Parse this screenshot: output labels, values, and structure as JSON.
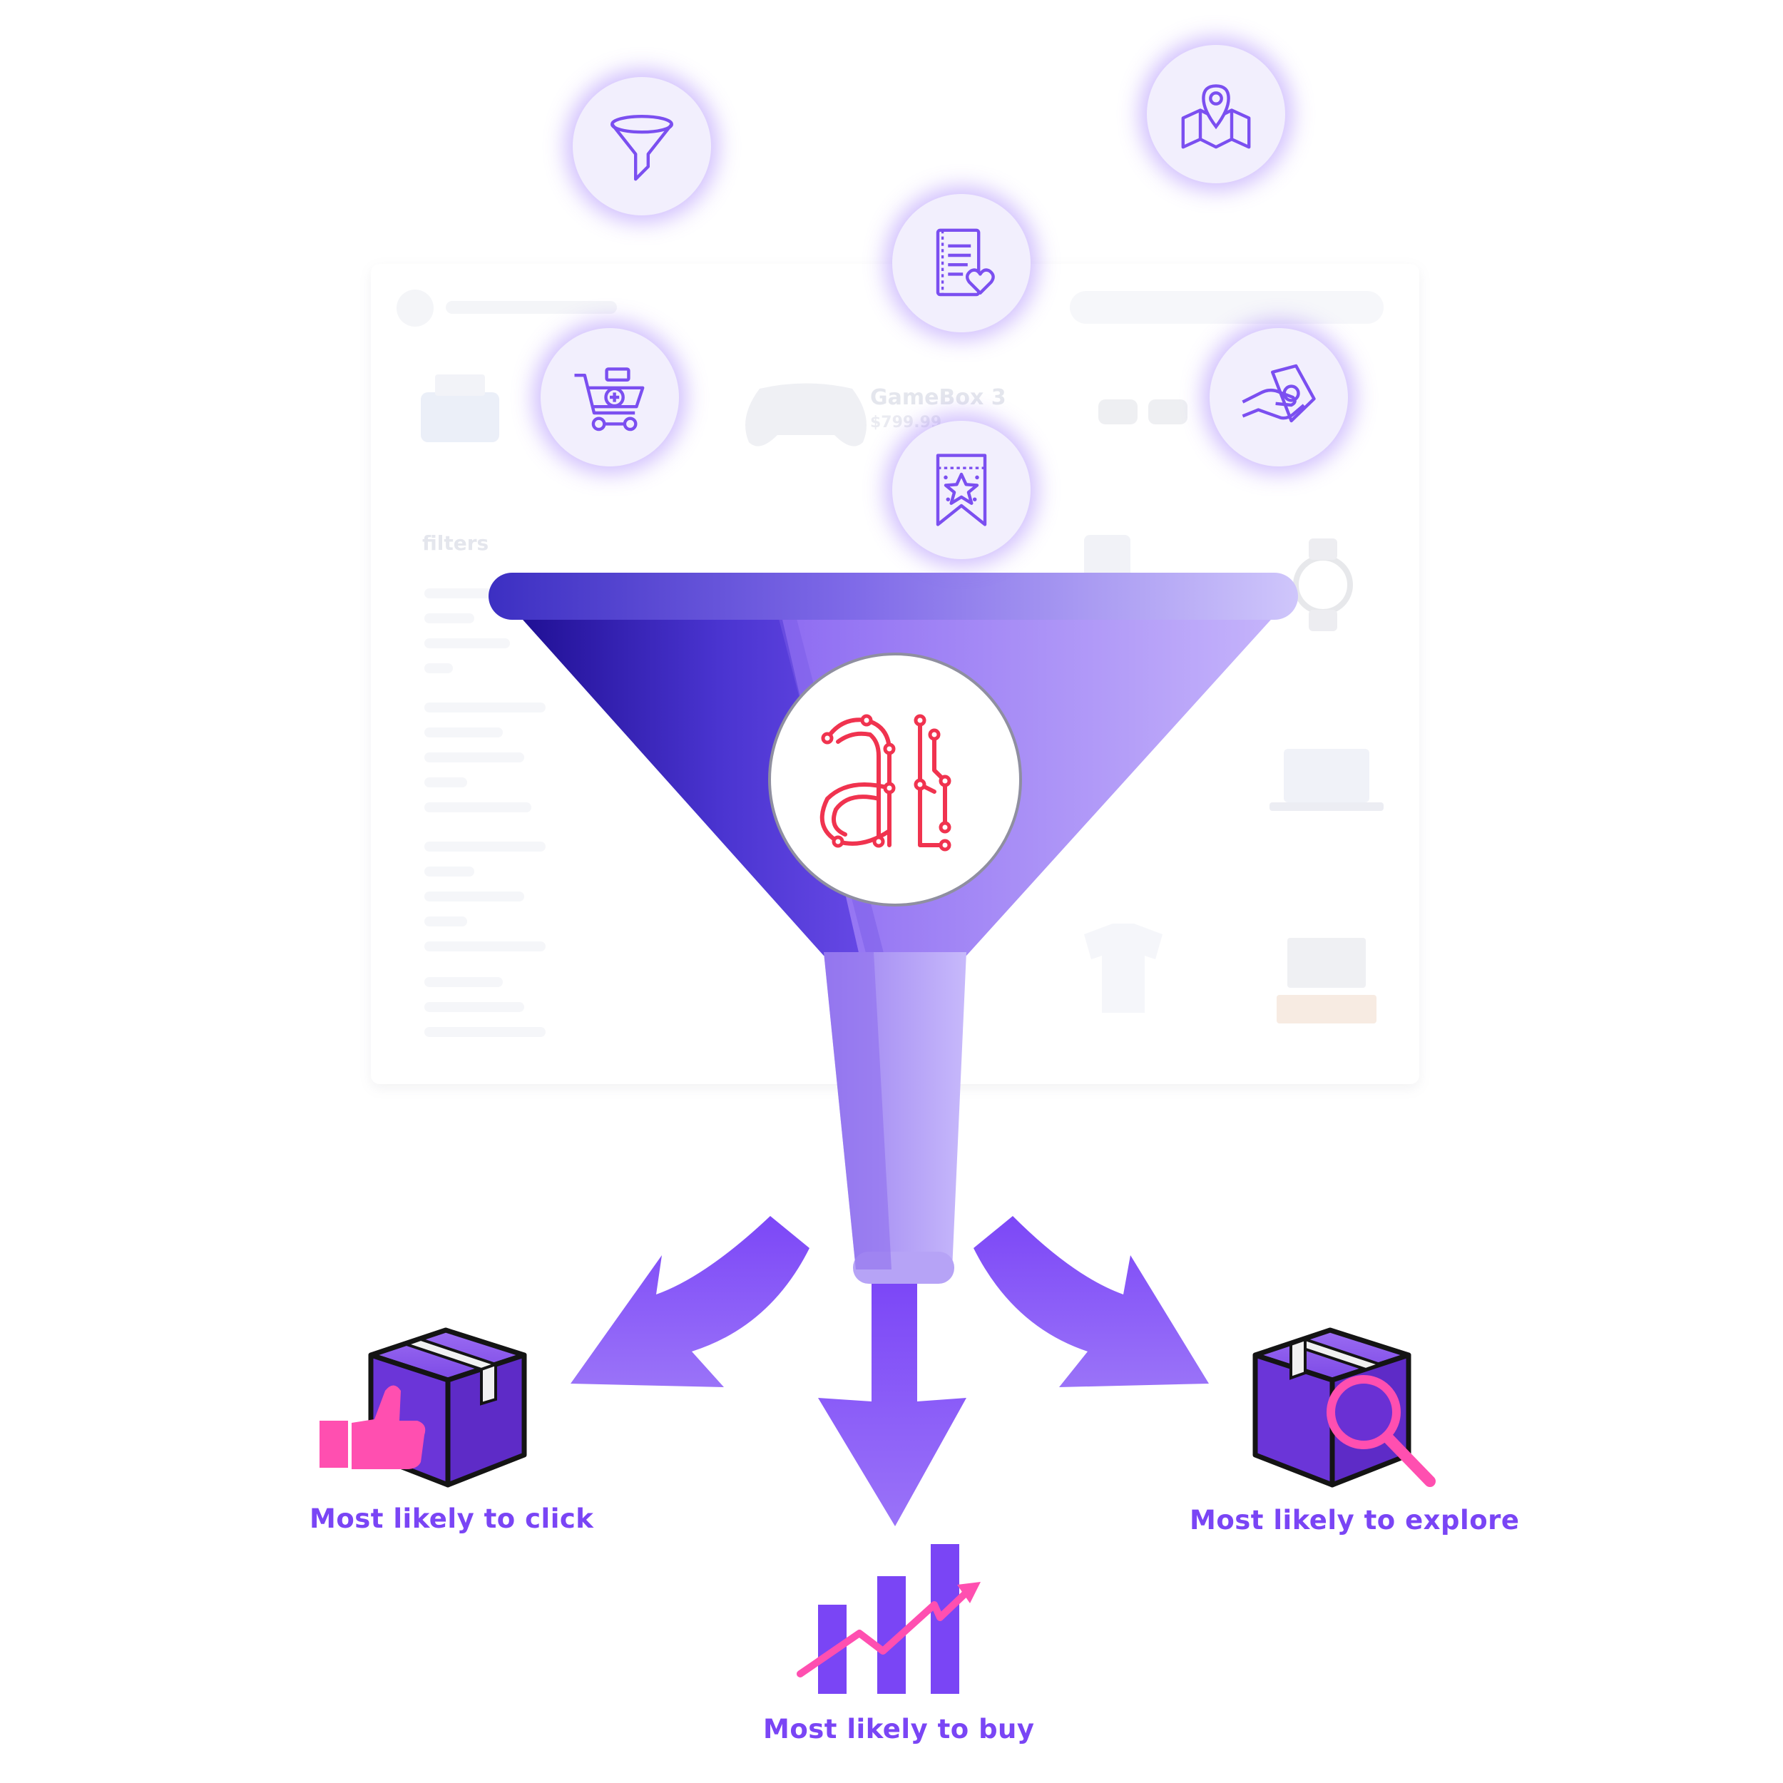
{
  "background_mockup": {
    "product_name": "GameBox 3",
    "product_price": "$799.99",
    "filters_label": "filters"
  },
  "features": [
    {
      "name": "filter",
      "icon": "funnel-icon"
    },
    {
      "name": "location",
      "icon": "map-pin-icon"
    },
    {
      "name": "wishlist",
      "icon": "favorite-list-icon"
    },
    {
      "name": "add-to-cart",
      "icon": "cart-add-icon"
    },
    {
      "name": "payment",
      "icon": "hand-money-icon"
    },
    {
      "name": "rating",
      "icon": "star-bookmark-icon"
    }
  ],
  "center_logo": {
    "icon": "ai-logo-icon"
  },
  "outcomes": {
    "click": {
      "label": "Most likely to click",
      "icon": "box-thumbs-up-icon"
    },
    "buy": {
      "label": "Most likely to buy",
      "icon": "growth-chart-icon"
    },
    "explore": {
      "label": "Most likely to explore",
      "icon": "box-search-icon"
    }
  },
  "colors": {
    "primary_purple": "#7a45f5",
    "deep_indigo": "#22139a",
    "accent_pink": "#ff4fb0",
    "logo_red": "#f0334f",
    "icon_stroke": "#7b4ff0"
  }
}
